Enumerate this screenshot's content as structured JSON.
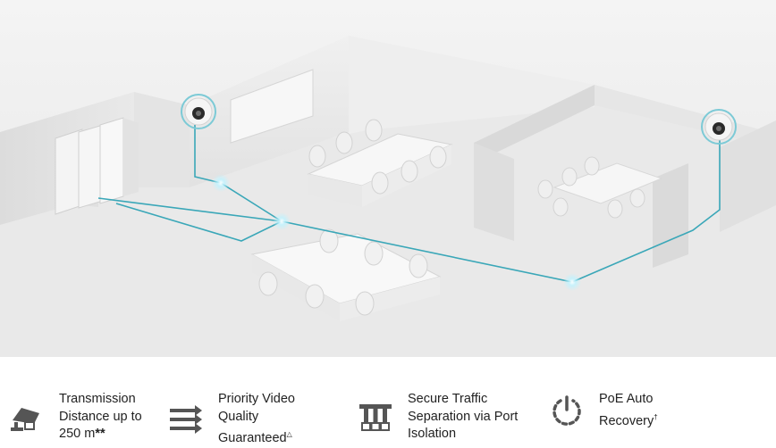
{
  "features": [
    {
      "icon": "camera-distance-icon",
      "label": "Transmission\nDistance up to\n250 m",
      "suffix": "**"
    },
    {
      "icon": "priority-arrows-icon",
      "label": "Priority Video\nQuality\nGuaranteed",
      "suffix": "△"
    },
    {
      "icon": "port-isolation-icon",
      "label": "Secure Traffic\nSeparation via Port\nIsolation",
      "suffix": ""
    },
    {
      "icon": "poe-recovery-icon",
      "label": "PoE Auto\nRecovery",
      "suffix": "†"
    }
  ],
  "colors": {
    "cable": "#3aa7b8",
    "icon": "#555555",
    "text": "#222222"
  }
}
